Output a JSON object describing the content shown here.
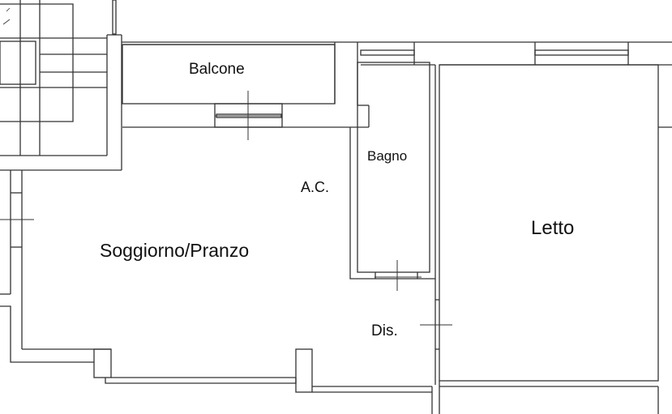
{
  "rooms": {
    "balcone": "Balcone",
    "bagno": "Bagno",
    "ac": "A.C.",
    "soggiorno": "Soggiorno/Pranzo",
    "letto": "Letto",
    "dis": "Dis."
  },
  "colors": {
    "line": "#333333",
    "background": "#ffffff"
  }
}
